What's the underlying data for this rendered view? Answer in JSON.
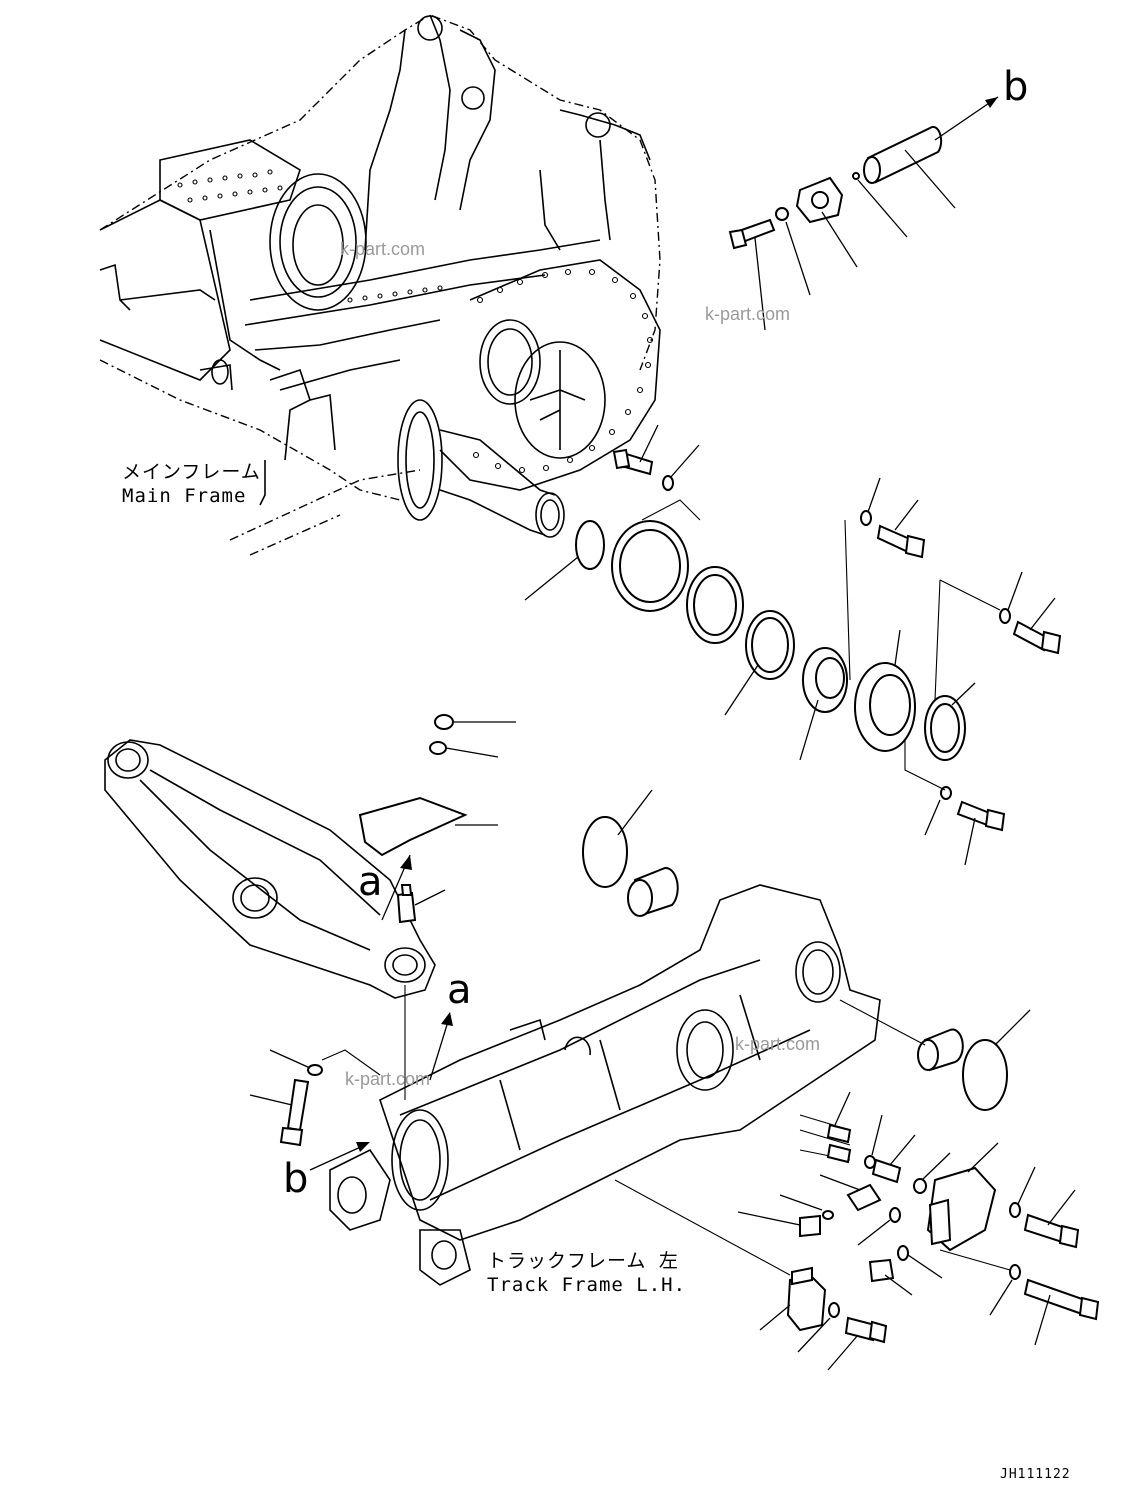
{
  "labels": {
    "main_frame_jp": "メインフレーム",
    "main_frame_en": "Main Frame",
    "track_frame_jp": "トラックフレーム 左",
    "track_frame_en": "Track Frame L.H.",
    "callout_a": "a",
    "callout_b": "b"
  },
  "watermarks": [
    "k-part.com",
    "k-part.com",
    "k-part.com",
    "k-part.com"
  ],
  "drawing_code": "JH111122",
  "colors": {
    "line": "#000000",
    "background": "#ffffff",
    "watermark": "#9a9a9a"
  }
}
